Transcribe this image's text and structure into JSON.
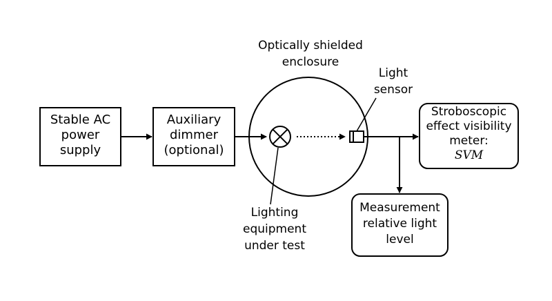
{
  "boxes": {
    "power": {
      "lines": [
        "Stable AC",
        "power",
        "supply"
      ]
    },
    "dimmer": {
      "lines": [
        "Auxiliary",
        "dimmer",
        "(optional)"
      ]
    },
    "meter": {
      "lines": [
        "Stroboscopic",
        "effect visibility",
        "meter:"
      ],
      "math": "SVM"
    },
    "measurement": {
      "lines": [
        "Measurement",
        "relative light",
        "level"
      ]
    }
  },
  "labels": {
    "enclosure": [
      "Optically shielded",
      "enclosure"
    ],
    "sensor": [
      "Light",
      "sensor"
    ],
    "lamp": [
      "Lighting",
      "equipment",
      "under test"
    ]
  },
  "colors": {
    "stroke": "#000000",
    "background": "#ffffff"
  }
}
